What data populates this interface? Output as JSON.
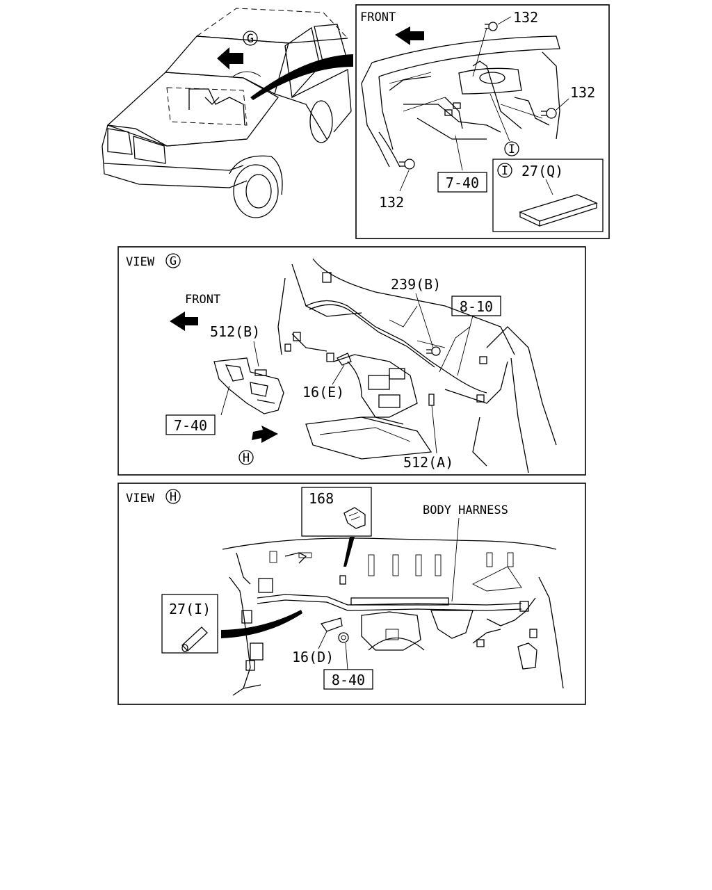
{
  "top_left": {
    "view_mark_g": "G"
  },
  "top_right": {
    "front": "FRONT",
    "bolt_label_1": "132",
    "bolt_label_2": "132",
    "bolt_label_3": "132",
    "ref_box": "7-40",
    "detail_mark": "I",
    "inset": {
      "mark": "I",
      "part": "27(Q)"
    }
  },
  "view_g": {
    "title": "VIEW",
    "mark": "G",
    "front": "FRONT",
    "part_512b": "512(B)",
    "part_239b": "239(B)",
    "ref_8_10": "8-10",
    "part_16e": "16(E)",
    "ref_7_40": "7-40",
    "mark_h": "H",
    "part_512a": "512(A)"
  },
  "view_h": {
    "title": "VIEW",
    "mark": "H",
    "part_168": "168",
    "body_harness": "BODY HARNESS",
    "part_27i": "27(I)",
    "part_16d": "16(D)",
    "ref_8_40": "8-40"
  }
}
